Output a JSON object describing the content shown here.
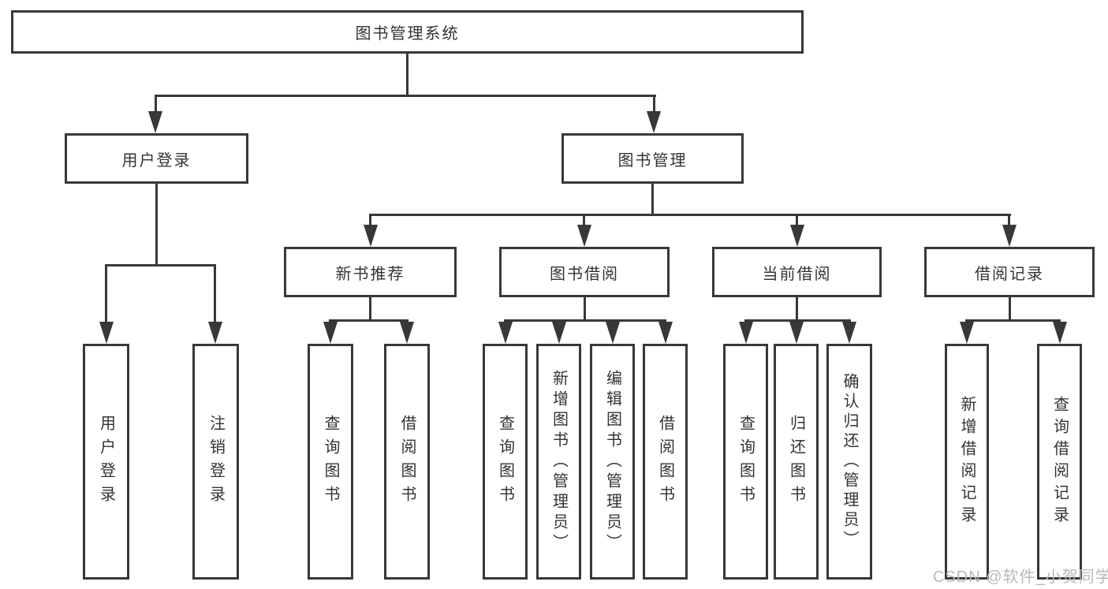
{
  "page": {
    "background_color": "#ffffff",
    "line_color": "#383838",
    "text_color": "#333333"
  },
  "tree": {
    "label": "图书管理系统",
    "children": [
      {
        "label": "用户登录",
        "children": [
          {
            "label": "用户登录"
          },
          {
            "label": "注销登录"
          }
        ]
      },
      {
        "label": "图书管理",
        "children": [
          {
            "label": "新书推荐",
            "children": [
              {
                "label": "查询图书"
              },
              {
                "label": "借阅图书"
              }
            ]
          },
          {
            "label": "图书借阅",
            "children": [
              {
                "label": "查询图书"
              },
              {
                "label": "新增图书（管理员）"
              },
              {
                "label": "编辑图书（管理员）"
              },
              {
                "label": "借阅图书"
              }
            ]
          },
          {
            "label": "当前借阅",
            "children": [
              {
                "label": "查询图书"
              },
              {
                "label": "归还图书"
              },
              {
                "label": "确认归还（管理员）"
              }
            ]
          },
          {
            "label": "借阅记录",
            "children": [
              {
                "label": "新增借阅记录"
              },
              {
                "label": "查询借阅记录"
              }
            ]
          }
        ]
      }
    ]
  },
  "watermark": {
    "text": "CSDN @软件_小贺同学",
    "color": "#b8b8b8"
  }
}
